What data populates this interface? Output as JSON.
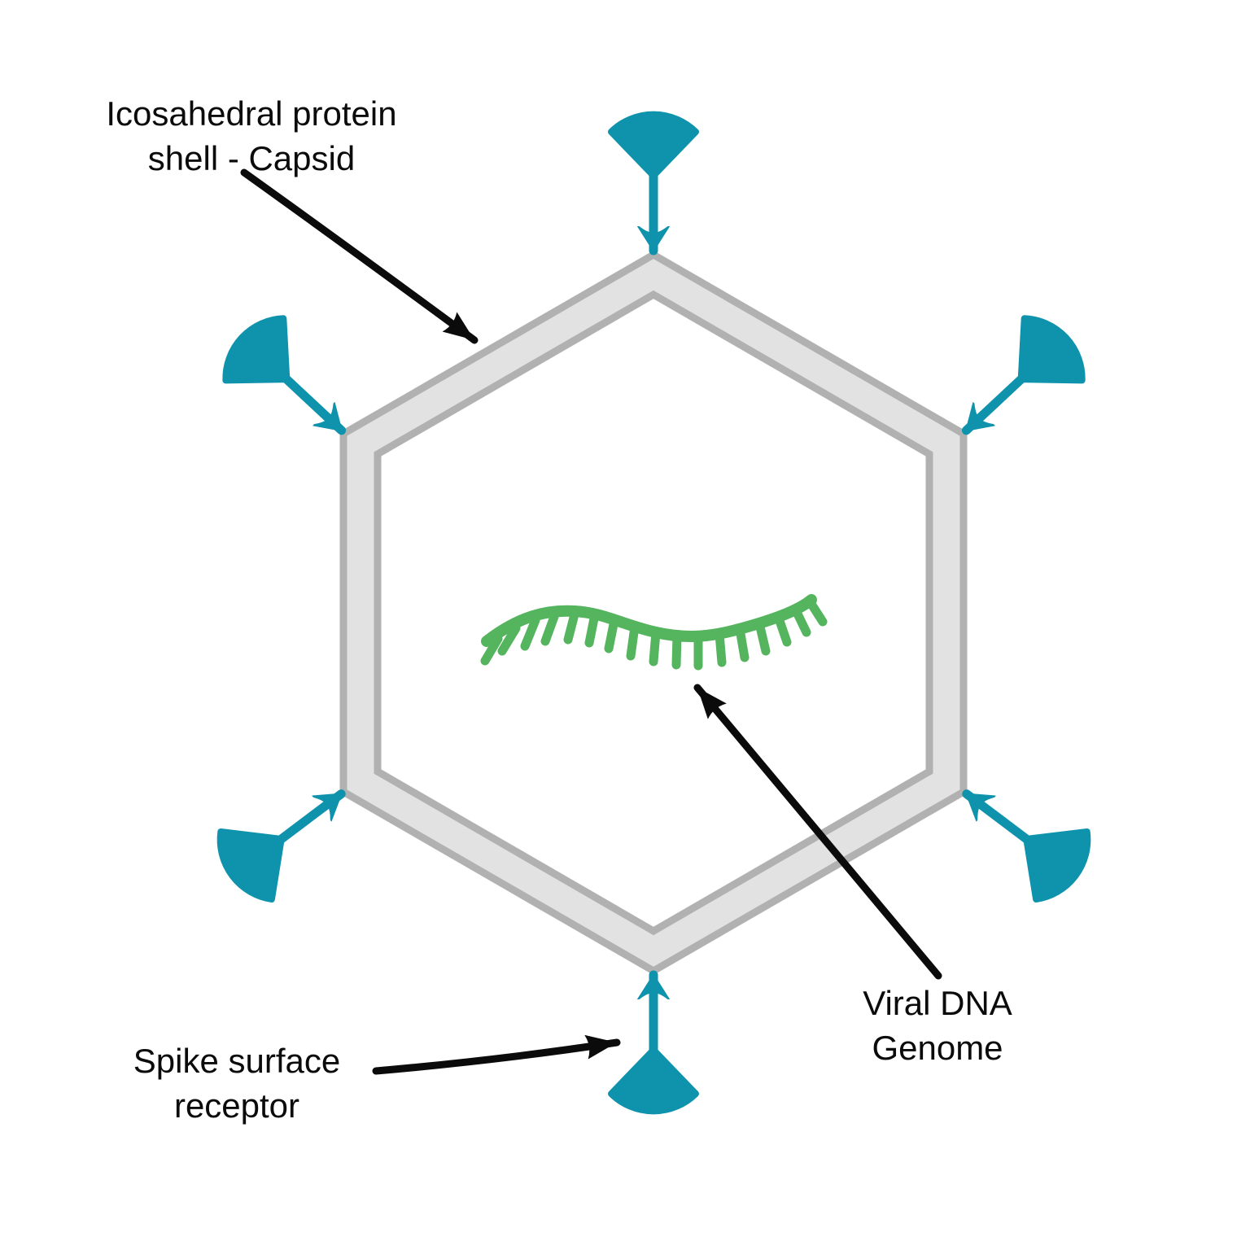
{
  "page": {
    "background": "#ffffff"
  },
  "diagram": {
    "subject": "virus structure",
    "labels": {
      "capsid": "Icosahedral protein\nshell - Capsid",
      "spike_receptor": "Spike surface\nreceptor",
      "genome": "Viral DNA\nGenome"
    },
    "receptor_count": 6,
    "colors": {
      "receptor_teal": "#0f93ad",
      "capsid_band_fill": "#e2e2e2",
      "capsid_outline": "#b1b1b1",
      "genome_green": "#55b45e",
      "label_text": "#0b0b0b",
      "annotation_arrow": "#0b0b0b"
    }
  }
}
